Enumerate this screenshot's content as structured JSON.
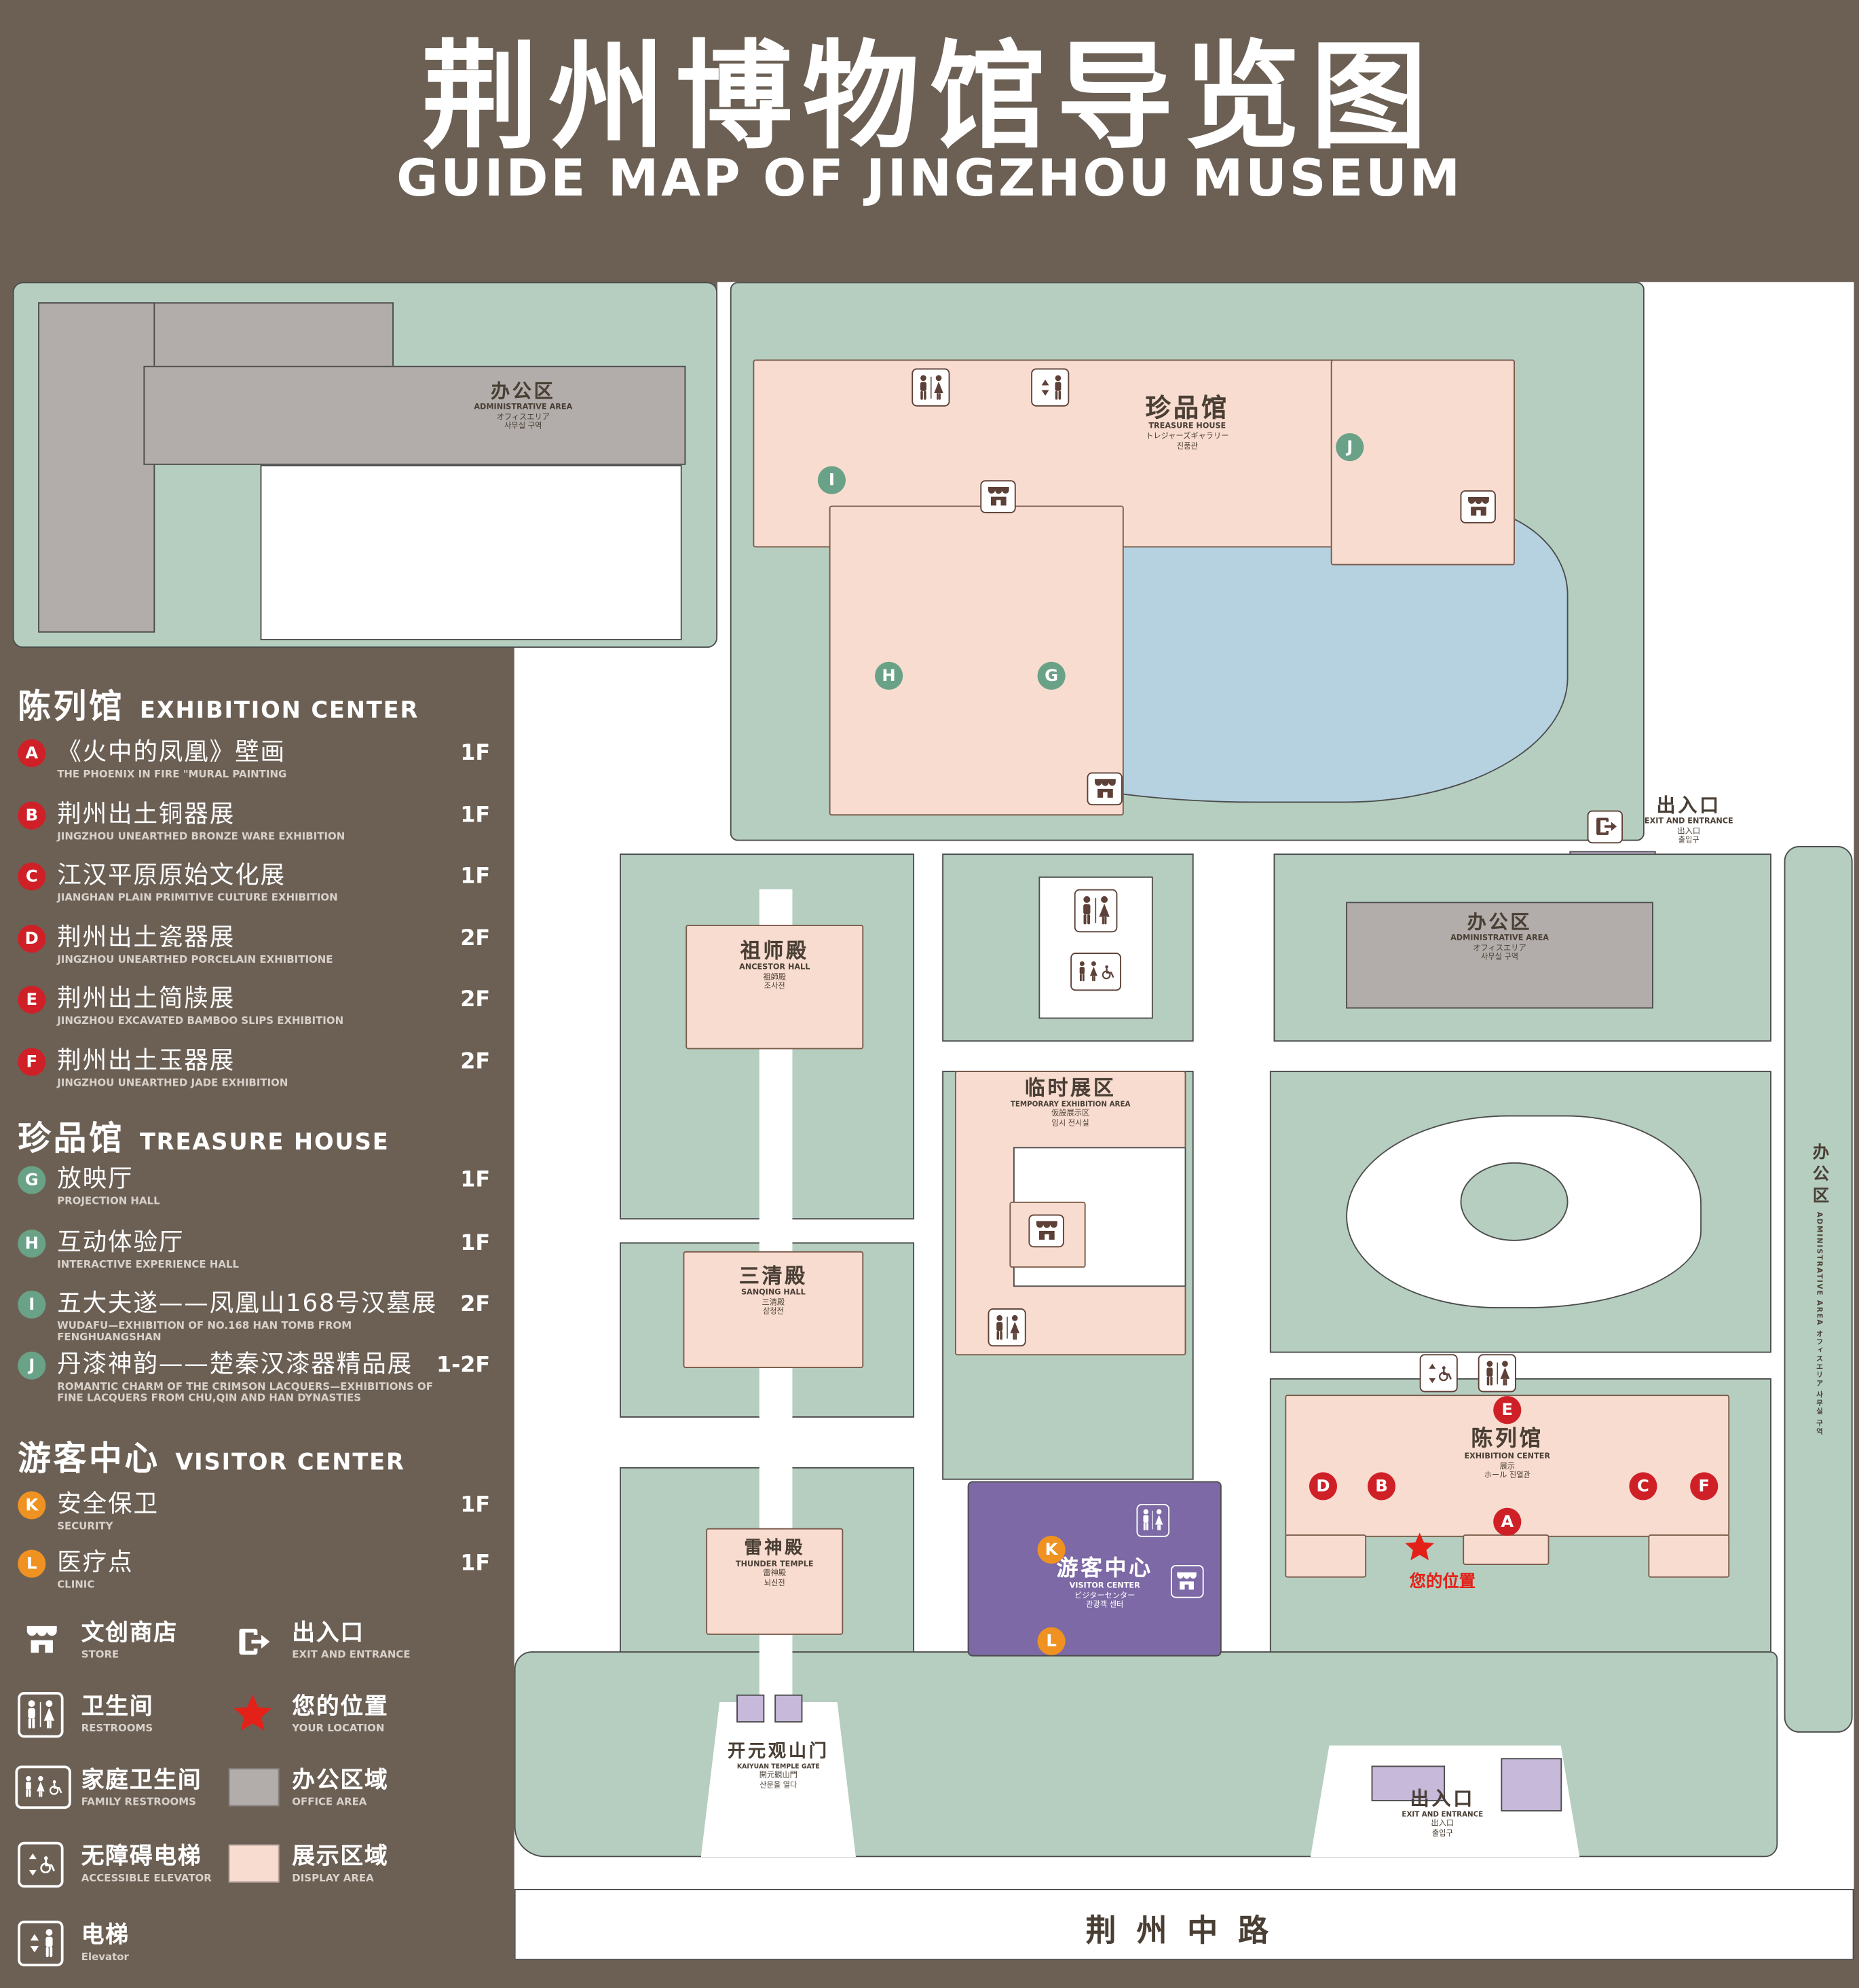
{
  "header": {
    "title": "荆州博物馆导览图",
    "subtitle": "GUIDE MAP OF JINGZHOU MUSEUM"
  },
  "colors": {
    "background": "#6c6055",
    "map_green": "#b5cec0",
    "display_area": "#f8dcd0",
    "office_area": "#b2adaa",
    "water": "#b6d2e1",
    "visitor_center": "#7c69a5",
    "gate_purple": "#c6b9d9",
    "marker_red": "#cf2027",
    "marker_green": "#69a287",
    "marker_orange": "#ef9221",
    "icon_brown": "#5d4037",
    "location_red": "#e32119"
  },
  "legend": {
    "sections": [
      {
        "zh": "陈列馆",
        "en": "EXHIBITION CENTER",
        "items": [
          {
            "id": "A",
            "zh": "《火中的凤凰》壁画",
            "en": "THE PHOENIX IN FIRE \"MURAL PAINTING",
            "fl": "1F"
          },
          {
            "id": "B",
            "zh": "荆州出土铜器展",
            "en": "JINGZHOU UNEARTHED BRONZE WARE EXHIBITION",
            "fl": "1F"
          },
          {
            "id": "C",
            "zh": "江汉平原原始文化展",
            "en": "JIANGHAN PLAIN PRIMITIVE CULTURE EXHIBITION",
            "fl": "1F"
          },
          {
            "id": "D",
            "zh": "荆州出土瓷器展",
            "en": "JINGZHOU UNEARTHED PORCELAIN EXHIBITIONE",
            "fl": "2F"
          },
          {
            "id": "E",
            "zh": "荆州出土简牍展",
            "en": "JINGZHOU EXCAVATED BAMBOO SLIPS EXHIBITION",
            "fl": "2F"
          },
          {
            "id": "F",
            "zh": "荆州出土玉器展",
            "en": "JINGZHOU UNEARTHED JADE EXHIBITION",
            "fl": "2F"
          }
        ]
      },
      {
        "zh": "珍品馆",
        "en": "TREASURE HOUSE",
        "items": [
          {
            "id": "G",
            "zh": "放映厅",
            "en": "PROJECTION HALL",
            "fl": "1F"
          },
          {
            "id": "H",
            "zh": "互动体验厅",
            "en": "INTERACTIVE EXPERIENCE HALL",
            "fl": "1F"
          },
          {
            "id": "I",
            "zh": "五大夫遂——凤凰山168号汉墓展",
            "en": "WUDAFU—EXHIBITION OF NO.168 HAN TOMB FROM FENGHUANGSHAN",
            "fl": "2F"
          },
          {
            "id": "J",
            "zh": "丹漆神韵——楚秦汉漆器精品展",
            "en": "ROMANTIC CHARM OF THE CRIMSON LACQUERS—EXHIBITIONS OF FINE LACQUERS FROM CHU,QIN AND HAN DYNASTIES",
            "fl": "1-2F"
          }
        ]
      },
      {
        "zh": "游客中心",
        "en": "VISITOR CENTER",
        "items": [
          {
            "id": "K",
            "zh": "安全保卫",
            "en": "SECURITY",
            "fl": "1F"
          },
          {
            "id": "L",
            "zh": "医疗点",
            "en": "CLINIC",
            "fl": "1F"
          }
        ]
      }
    ],
    "symbols": [
      {
        "zh": "文创商店",
        "en": "STORE"
      },
      {
        "zh": "出入口",
        "en": "EXIT AND ENTRANCE"
      },
      {
        "zh": "卫生间",
        "en": "RESTROOMS"
      },
      {
        "zh": "您的位置",
        "en": "YOUR LOCATION"
      },
      {
        "zh": "家庭卫生间",
        "en": "FAMILY RESTROOMS"
      },
      {
        "zh": "办公区域",
        "en": "OFFICE AREA"
      },
      {
        "zh": "无障碍电梯",
        "en": "ACCESSIBLE ELEVATOR"
      },
      {
        "zh": "展示区域",
        "en": "DISPLAY AREA"
      },
      {
        "zh": "电梯",
        "en": "Elevator"
      }
    ]
  },
  "map": {
    "buildings": {
      "admin_nw": {
        "zh": "办公区",
        "en": "ADMINISTRATIVE AREA",
        "l3": "オフィスエリア",
        "l4": "사무실 구역"
      },
      "treasure": {
        "zh": "珍品馆",
        "en": "TREASURE HOUSE",
        "l3": "トレジャーズギャラリー",
        "l4": "진품관"
      },
      "exit_ne": {
        "zh": "出入口",
        "en": "EXIT AND ENTRANCE",
        "l3": "出入口",
        "l4": "출입구"
      },
      "admin_e": {
        "zh": "办公区",
        "en": "ADMINISTRATIVE AREA",
        "l3": "オフィスエリア",
        "l4": "사무실 구역"
      },
      "ancestor": {
        "zh": "祖师殿",
        "en": "ANCESTOR HALL",
        "l3": "祖師殿",
        "l4": "조사전"
      },
      "temp": {
        "zh": "临时展区",
        "en": "TEMPORARY EXHIBITION AREA",
        "l3": "仮設展示区",
        "l4": "임시 전시실"
      },
      "sanqing": {
        "zh": "三清殿",
        "en": "SANQING HALL",
        "l3": "三清殿",
        "l4": "삼청전"
      },
      "thunder": {
        "zh": "雷神殿",
        "en": "THUNDER TEMPLE",
        "l3": "雷神殿",
        "l4": "뇌신전"
      },
      "visitor": {
        "zh": "游客中心",
        "en": "VISITOR CENTER",
        "l3": "ビジターセンター",
        "l4": "관광객 센터"
      },
      "exhibition": {
        "zh": "陈列馆",
        "en": "EXHIBITION CENTER",
        "l3": "展示",
        "l4": "ホール 진열관"
      },
      "gate": {
        "zh": "开元观山门",
        "en": "KAIYUAN TEMPLE GATE",
        "l3": "開元観山門",
        "l4": "산문을 열다"
      },
      "exit_s": {
        "zh": "出入口",
        "en": "EXIT AND ENTRANCE",
        "l3": "出入口",
        "l4": "출입구"
      },
      "admin_strip": {
        "zh": "办公区",
        "en": "ADMINISTRATIVE AREA",
        "l3": "オフィスエリア",
        "l4": "사무실 구역"
      }
    },
    "road": "荆州中路",
    "your_location": "您的位置"
  },
  "icons": {
    "store-icon": "awning shop front",
    "exit-icon": "door with right arrow",
    "restroom-icon": "man and woman",
    "family-restroom-icon": "man, woman and wheelchair",
    "accessible-elevator-icon": "wheelchair with up/down arrows",
    "elevator-icon": "person with up/down arrows",
    "location-star-icon": "red star"
  }
}
